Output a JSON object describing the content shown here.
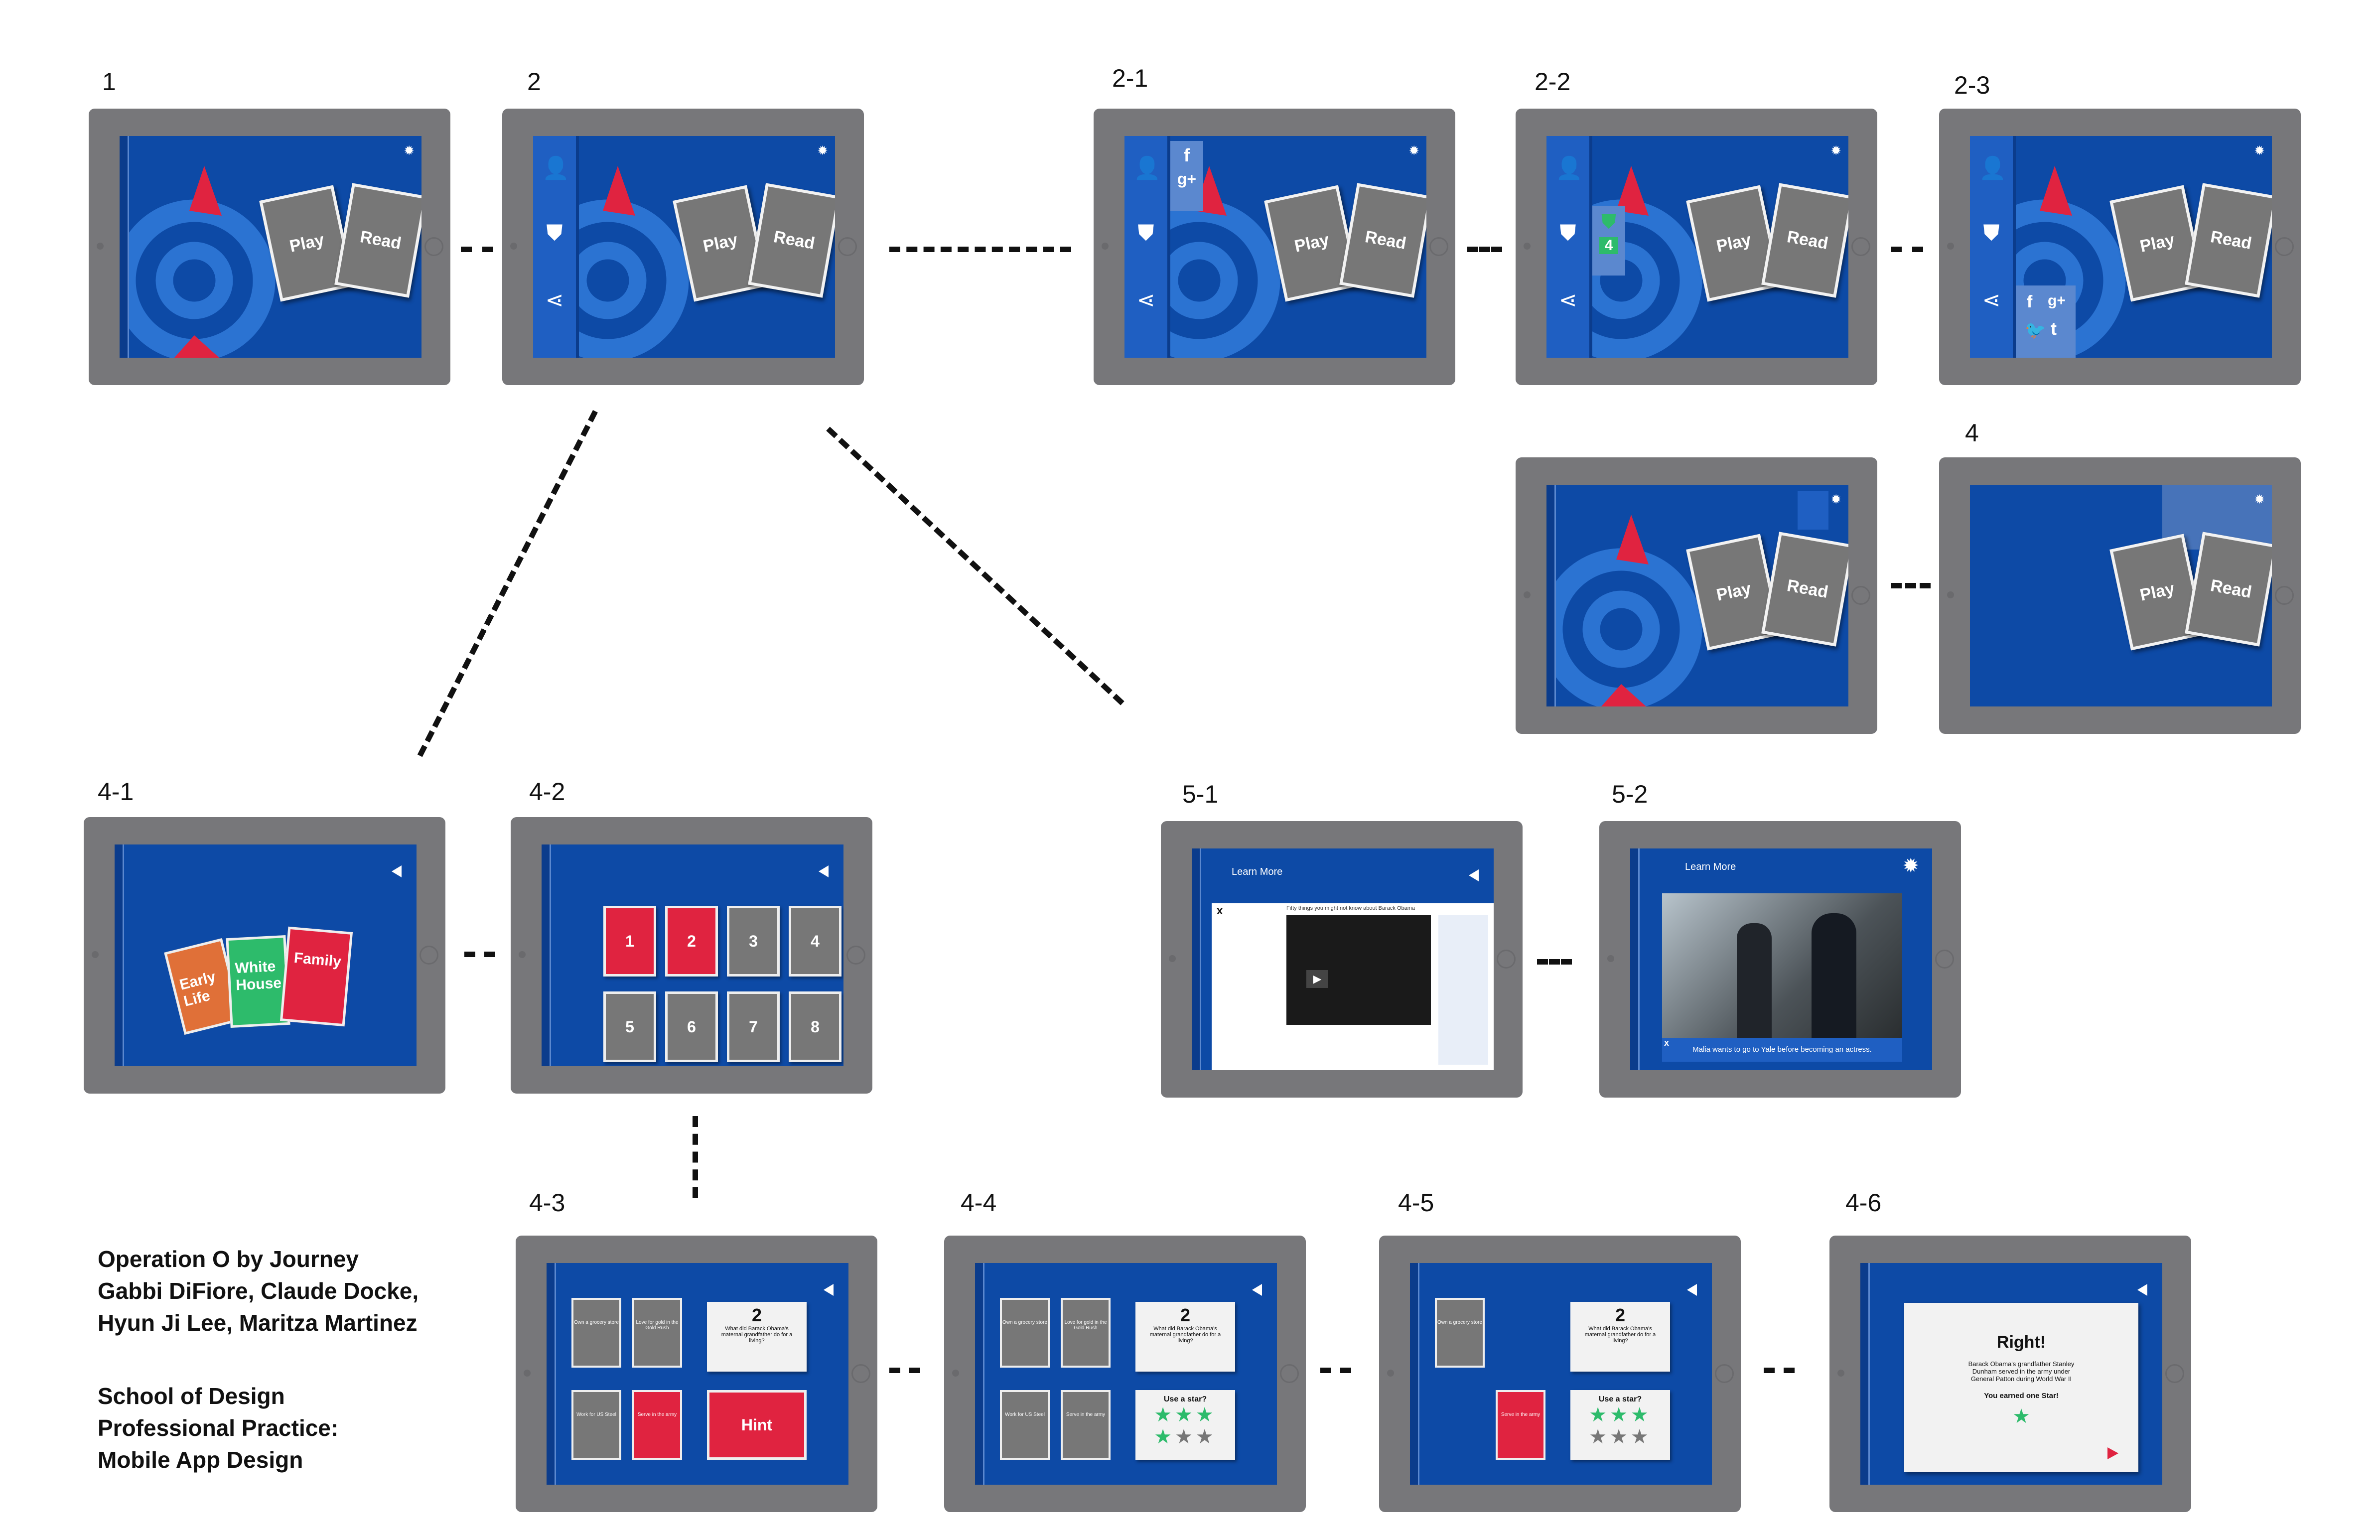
{
  "screen_labels": {
    "s1": "1",
    "s2": "2",
    "s2_1": "2-1",
    "s2_2": "2-2",
    "s2_3": "2-3",
    "s4": "4",
    "s4_1": "4-1",
    "s4_2": "4-2",
    "s5_1": "5-1",
    "s5_2": "5-2",
    "s4_3": "4-3",
    "s4_4": "4-4",
    "s4_5": "4-5",
    "s4_6": "4-6"
  },
  "cards": {
    "play": "Play",
    "read": "Read"
  },
  "icons": {
    "gear": "gear-icon",
    "user": "user-icon",
    "badge": "badge-icon",
    "share": "share-icon",
    "facebook": "f",
    "google_plus": "g+",
    "twitter": "t-bird",
    "tumblr": "t",
    "back": "back-arrow-icon",
    "close": "x"
  },
  "story_cards": {
    "early_life": "Early Life",
    "white_house": "White House",
    "family": "Family"
  },
  "level_tiles": [
    "1",
    "2",
    "3",
    "4",
    "5",
    "6",
    "7",
    "8"
  ],
  "badge_count": "4",
  "learn_more": "Learn More",
  "close_label": "x",
  "article_title": "Fifty things you might not know about Barack Obama",
  "caption": "Malia wants to go to Yale before becoming an actress.",
  "clues": {
    "c1": "Own a grocery store",
    "c2": "Love for gold in the Gold Rush",
    "c3": "Work for US Steel",
    "c4": "Serve in the army"
  },
  "question": {
    "number": "2",
    "text": "What did Barack Obama's maternal grandfather do for a living?"
  },
  "hint": "Hint",
  "use_star": "Use a star?",
  "result": {
    "title": "Right!",
    "text": "Barack Obama's grandfather Stanley Dunham served in the army under General Patton during World War II",
    "earned": "You earned one Star!"
  },
  "credits": {
    "line1": "Operation O by Journey",
    "line2": "Gabbi DiFiore, Claude Docke,",
    "line3": "Hyun Ji Lee, Maritza Martinez",
    "line4": "School of Design",
    "line5": "Professional Practice:",
    "line6": "Mobile App Design"
  },
  "colors": {
    "screen_blue": "#0d4aa6",
    "accent_red": "#e02340",
    "accent_green": "#2dbb6b",
    "tablet_grey": "#77777a"
  }
}
